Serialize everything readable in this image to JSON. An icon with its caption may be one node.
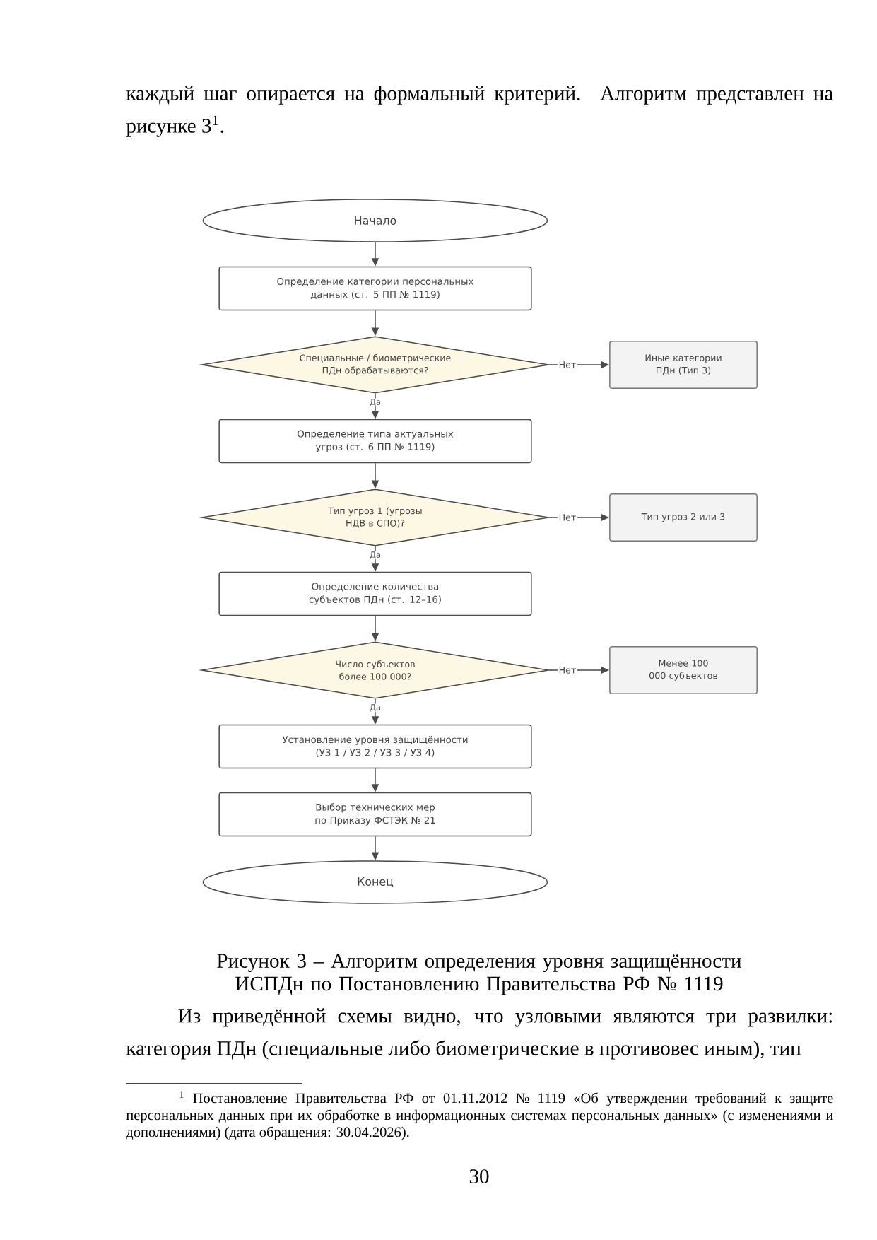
{
  "diagram": {
    "caption": "Рисунок 3 – Алгоритм определения уровня защищённости ИСПДн по Постановлению Правительства РФ № 1119",
    "nodes": [
      {
        "text": [
          "Начало"
        ]
      },
      {
        "text": [
          "Определение категории персональных данных (ст. 5 ПП № 1119)"
        ]
      },
      {
        "text": [
          "Специальные / биометрические ПДн обрабатываются?"
        ]
      },
      {
        "text": [
          "Иные категории ПДн (Тип 3)"
        ]
      },
      {
        "text": [
          "Определение типа актуальных угроз (ст. 6 ПП № 1119)"
        ]
      },
      {
        "text": [
          "Тип угроз 1 (угрозы НДВ в СПО)?"
        ]
      },
      {
        "text": [
          "Тип угроз 2 или 3"
        ]
      },
      {
        "text": [
          "Определение количества субъектов ПДн (ст. 12–16)"
        ]
      },
      {
        "text": [
          "Число субъектов более 100 000?"
        ]
      },
      {
        "text": [
          "Менее 100 000 субъектов"
        ]
      },
      {
        "text": [
          "Установление уровня защищённости (УЗ 1 / УЗ 2 / УЗ 3 / УЗ 4)"
        ]
      },
      {
        "text": [
          "Выбор технических мер по Приказу ФСТЭК № 21"
        ]
      },
      {
        "text": [
          "Конец"
        ]
      }
    ],
    "edges": [
      {
        "from": 0,
        "to": 1,
        "arrow": "to"
      },
      {
        "from": 1,
        "to": 2,
        "arrow": "to"
      },
      {
        "from": 2,
        "to": 3,
        "arrow": "to",
        "label": "Нет"
      },
      {
        "from": 2,
        "to": 4,
        "arrow": "to",
        "label": "Да"
      },
      {
        "from": 4,
        "to": 5,
        "arrow": "to"
      },
      {
        "from": 5,
        "to": 6,
        "arrow": "to",
        "label": "Нет"
      },
      {
        "from": 5,
        "to": 7,
        "arrow": "to",
        "label": "Да"
      },
      {
        "from": 7,
        "to": 8,
        "arrow": "to"
      },
      {
        "from": 8,
        "to": 9,
        "arrow": "to",
        "label": "Нет"
      },
      {
        "from": 8,
        "to": 10,
        "arrow": "to",
        "label": "Да"
      },
      {
        "from": 10,
        "to": 11,
        "arrow": "to"
      },
      {
        "from": 11,
        "to": 12,
        "arrow": "to"
      }
    ],
    "labels": [
      "каждый шаг опирается на формальный критерий. Алгоритм представлен на рисунке 3$^{1}$.",
      "Из приведённой схемы видно, что узловыми являются три развилки: категория ПДн (специальные либо биометрические в противовес иным), тип",
      "$^{1}$ Постановление Правительства РФ от 01.11.2012 № 1119 «Об утверждении требований к защите персональных данных при их обработке в информационных системах персональных данных» (с изменениями и дополнениями) (дата обращения: 30.04.2026).",
      "30"
    ]
  }
}
